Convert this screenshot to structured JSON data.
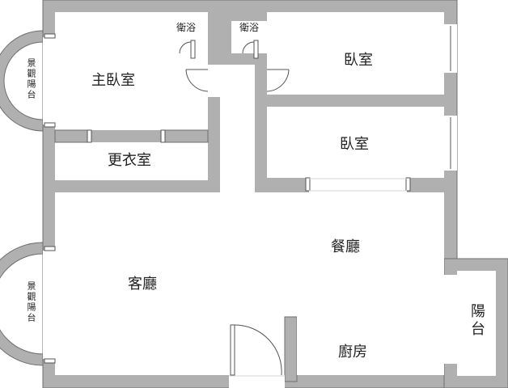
{
  "floorplan": {
    "colors": {
      "wall": "#b0b0b0",
      "wall_edge": "#6e6e6e",
      "background": "#ffffff",
      "text": "#222222"
    },
    "rooms": {
      "master_bedroom": "主臥室",
      "walk_in_closet": "更衣室",
      "bathroom_1": "衛浴",
      "bathroom_2": "衛浴",
      "bedroom_1": "臥室",
      "bedroom_2": "臥室",
      "living_room": "客廳",
      "dining_room": "餐廳",
      "kitchen": "廚房",
      "balcony": "陽台",
      "view_balcony_top": "景觀陽台",
      "view_balcony_bottom": "景觀陽台"
    }
  }
}
